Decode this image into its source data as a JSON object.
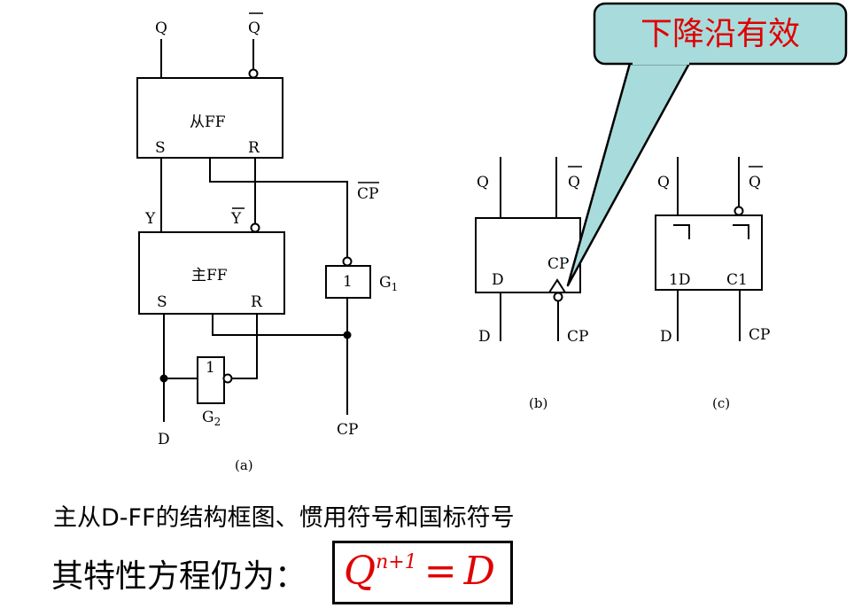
{
  "callout": {
    "text": "下降沿有效",
    "fill": "#a8dcdc",
    "text_color": "#e00000"
  },
  "fig_a": {
    "Q": "Q",
    "Qbar": "Q",
    "slave_ff": "从FF",
    "master_ff": "主FF",
    "S": "S",
    "R": "R",
    "Y": "Y",
    "Ybar": "Y",
    "CPbar": "CP",
    "G1_label": "1",
    "G1": "G",
    "G1_sub": "1",
    "G2_label": "1",
    "G2": "G",
    "G2_sub": "2",
    "D": "D",
    "CP": "CP",
    "caption": "(a)"
  },
  "fig_b": {
    "Q": "Q",
    "Qbar": "Q",
    "D_in": "D",
    "CP_in": "CP",
    "D": "D",
    "CP": "CP",
    "caption": "(b)"
  },
  "fig_c": {
    "Q": "Q",
    "Qbar": "Q",
    "D_in": "1D",
    "C_in": "C1",
    "D": "D",
    "CP": "CP",
    "caption": "(c)"
  },
  "caption": "主从D-FF的结构框图、惯用符号和国标符号",
  "equation": {
    "label": "其特性方程仍为：",
    "lhs": "Q",
    "sup": "n+1",
    "eq": "=",
    "rhs": "D"
  }
}
